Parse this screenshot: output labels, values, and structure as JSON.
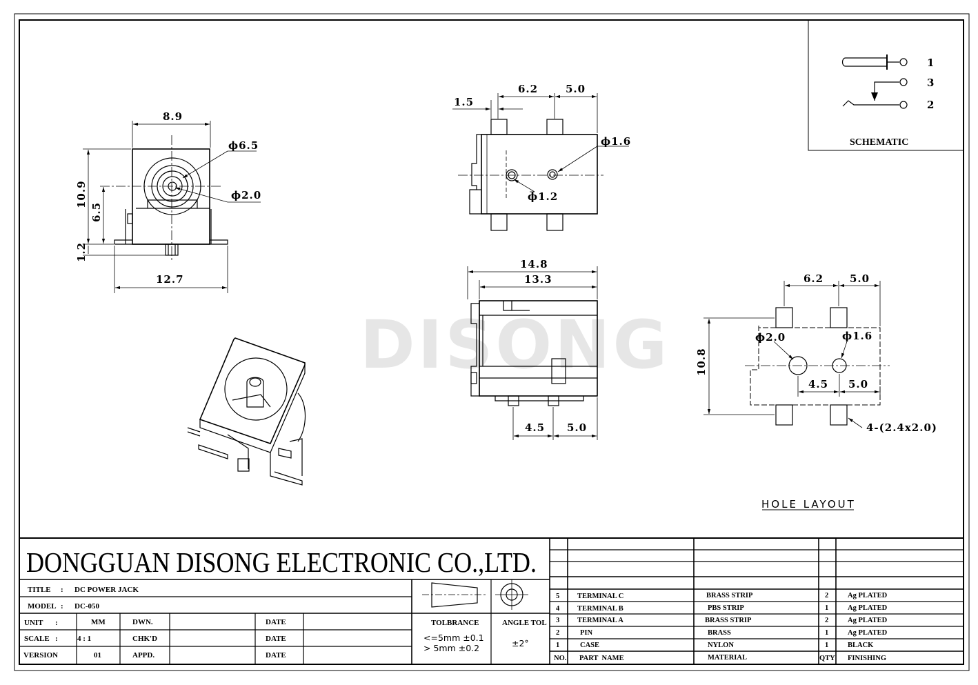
{
  "watermark": "DISONG",
  "front_view": {
    "width_top": "8.9",
    "outer_dia": "ϕ6.5",
    "pin_dia": "ϕ2.0",
    "height_total": "10.9",
    "height_center": "6.5",
    "base_offset": "1.2",
    "width_bottom": "12.7"
  },
  "top_view": {
    "pin_width": "1.5",
    "pitch_a": "6.2",
    "pitch_b": "5.0",
    "hole_small": "ϕ1.6",
    "hole_mid": "ϕ1.2"
  },
  "side_view": {
    "length_total": "14.8",
    "length_body": "13.3",
    "pitch_a": "4.5",
    "pitch_b": "5.0"
  },
  "hole_layout": {
    "pitch_top_a": "6.2",
    "pitch_top_b": "5.0",
    "height": "10.8",
    "hole_big": "ϕ2.0",
    "hole_small": "ϕ1.6",
    "pitch_mid_a": "4.5",
    "pitch_mid_b": "5.0",
    "pads": "4-(2.4x2.0)",
    "caption": "HOLE LAYOUT"
  },
  "schematic": {
    "pin1": "1",
    "pin3": "3",
    "pin2": "2",
    "label": "SCHEMATIC"
  },
  "title_block": {
    "company": "DONGGUAN DISONG ELECTRONIC CO.,LTD.",
    "title_label": "TITLE",
    "title_value": "DC POWER JACK",
    "model_label": "MODEL",
    "model_value": "DC-050",
    "unit_label": "UNIT",
    "unit_value": "MM",
    "scale_label": "SCALE",
    "scale_value": "4 : 1",
    "version_label": "VERSION",
    "version_value": "01",
    "dwn": "DWN.",
    "chkd": "CHK'D",
    "appd": "APPD.",
    "date1": "DATE",
    "date2": "DATE",
    "date3": "DATE",
    "colon": ":",
    "tolerance_label": "TOLBRANCE",
    "tol_line1": "<=5mm  ±0.1",
    "tol_line2": "> 5mm  ±0.2",
    "angle_label": "ANGLE TOL",
    "angle_value": "±2°"
  },
  "bom": {
    "headers": [
      "NO.",
      "PART  NAME",
      "MATERIAL",
      "QTY",
      "FINISHING"
    ],
    "rows": [
      {
        "no": "5",
        "part": "TERMINAL C",
        "material": "BRASS STRIP",
        "qty": "2",
        "finish": "Ag PLATED"
      },
      {
        "no": "4",
        "part": "TERMINAL B",
        "material": "PBS STRIP",
        "qty": "1",
        "finish": "Ag PLATED"
      },
      {
        "no": "3",
        "part": "TERMINAL A",
        "material": "BRASS STRIP",
        "qty": "2",
        "finish": "Ag PLATED"
      },
      {
        "no": "2",
        "part": "PIN",
        "material": "BRASS",
        "qty": "1",
        "finish": "Ag PLATED"
      },
      {
        "no": "1",
        "part": "CASE",
        "material": "NYLON",
        "qty": "1",
        "finish": "BLACK"
      }
    ]
  }
}
